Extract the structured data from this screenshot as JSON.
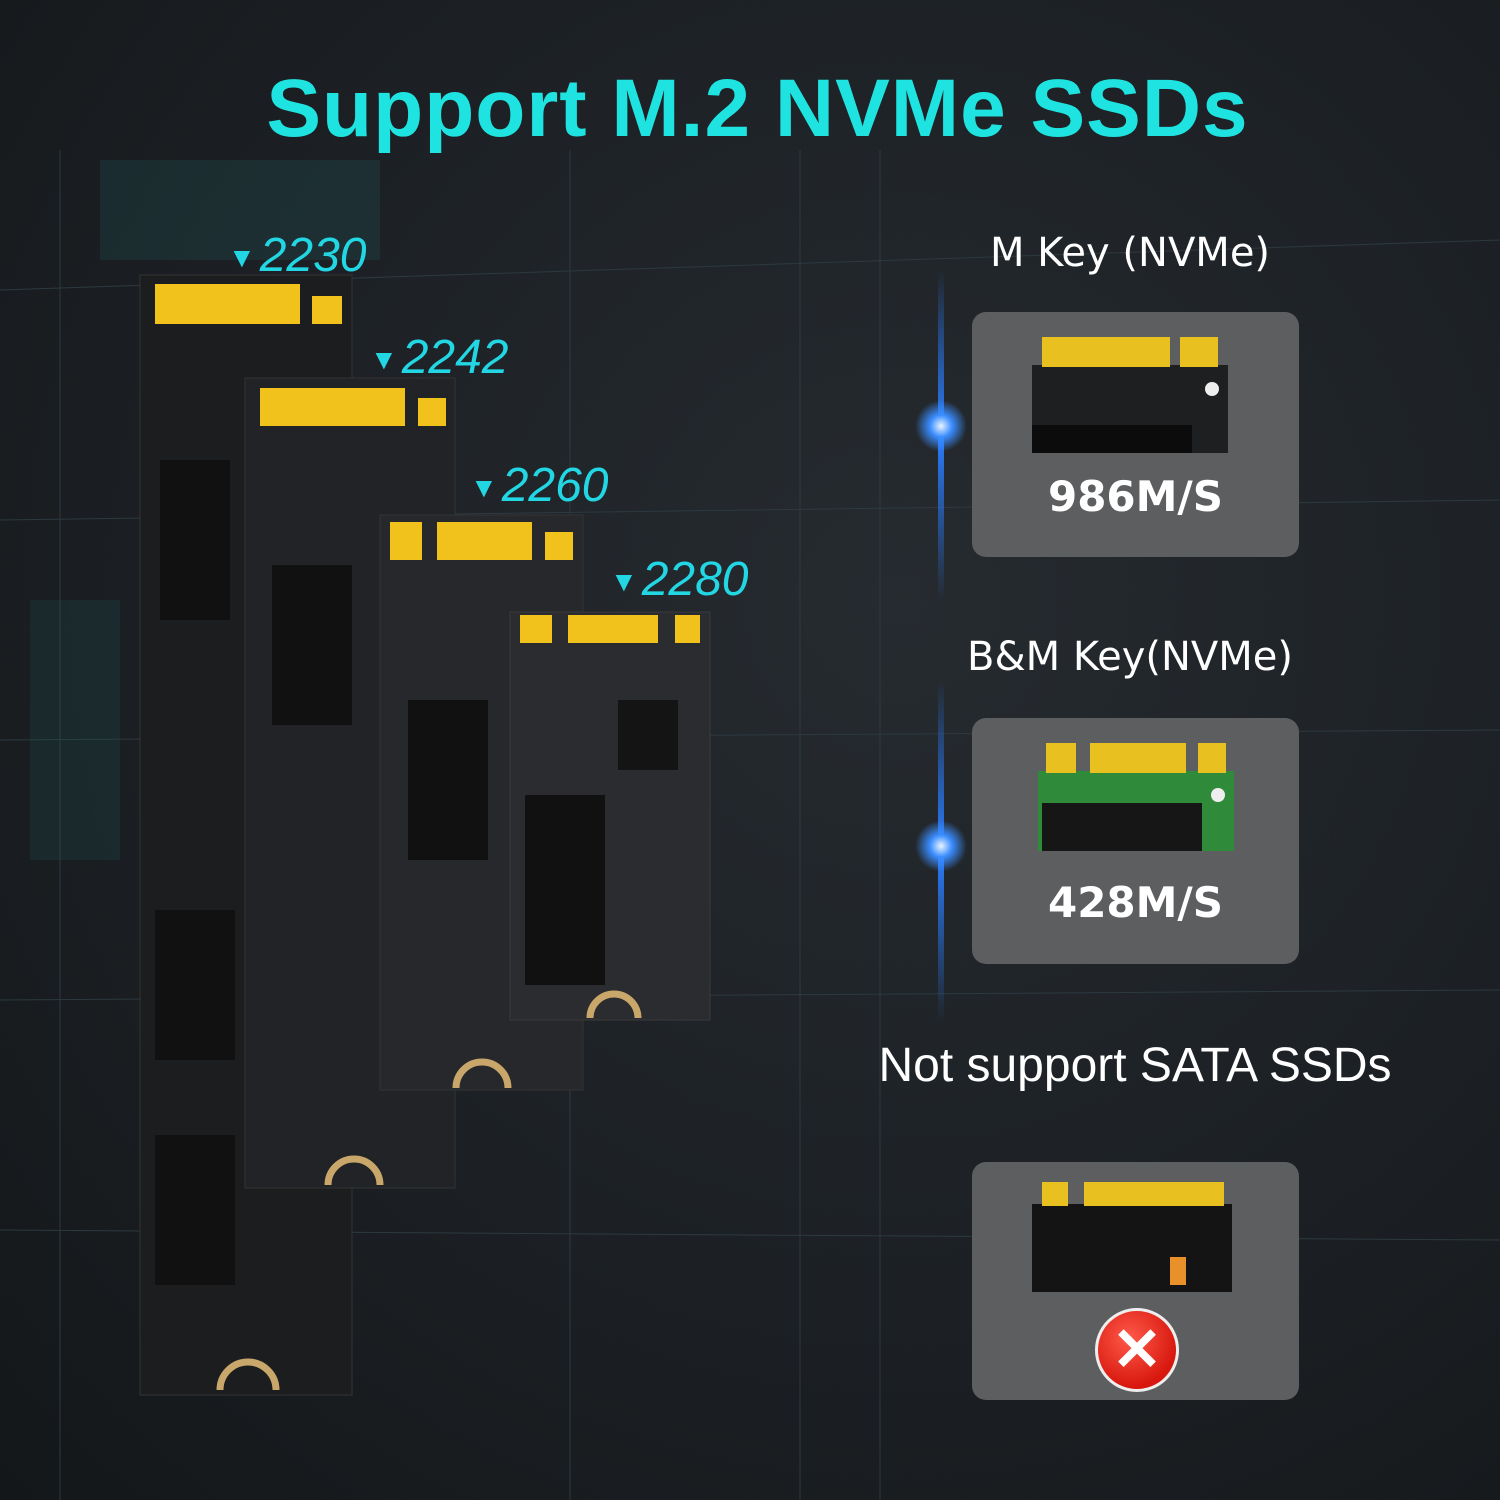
{
  "title": "Support M.2 NVMe SSDs",
  "sizes": [
    "2230",
    "2242",
    "2260",
    "2280"
  ],
  "triangle": "▼",
  "m_key": {
    "label": "M Key (NVMe)",
    "speed": "986M/S"
  },
  "bm_key": {
    "label": "B&M Key(NVMe)",
    "speed": "428M/S"
  },
  "sata": {
    "label": "Not support SATA SSDs",
    "status_icon": "x-icon"
  },
  "colors": {
    "accent": "#1fe3e0",
    "panel": "#5c5e60",
    "gold": "#f2c21c",
    "error": "#e0261a"
  }
}
